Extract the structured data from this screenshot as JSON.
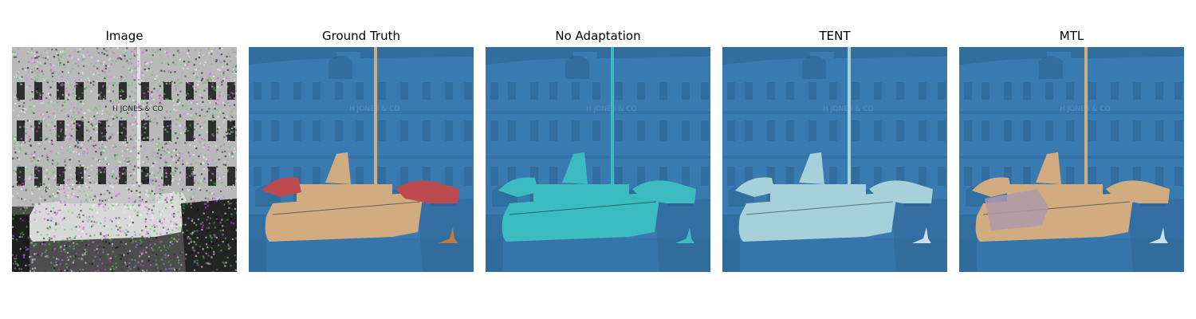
{
  "figure": {
    "panels": [
      {
        "id": "image",
        "title": "Image",
        "kind": "noisy-photo"
      },
      {
        "id": "ground_truth",
        "title": "Ground Truth",
        "kind": "segmentation",
        "boat_color": "#f5b877",
        "extra_color": "#d9403a",
        "bird_color": "#e07a2a"
      },
      {
        "id": "no_adaptation",
        "title": "No Adaptation",
        "kind": "segmentation",
        "boat_color": "#3ecbc4",
        "extra_color": "#3ecbc4",
        "bird_color": "#3ecbc4"
      },
      {
        "id": "tent",
        "title": "TENT",
        "kind": "segmentation",
        "boat_color": "#bfe3e3",
        "extra_color": "#bfe3e3",
        "bird_color": "#e8f4f4"
      },
      {
        "id": "mtl",
        "title": "MTL",
        "kind": "segmentation",
        "boat_color": "#f5b877",
        "extra_color": "#f5b877",
        "bird_color": "#e8f4f4",
        "person_color": "#c9a0a8"
      }
    ],
    "background_color": "#3a7bb0",
    "sign_text": "H JONES & CO"
  }
}
